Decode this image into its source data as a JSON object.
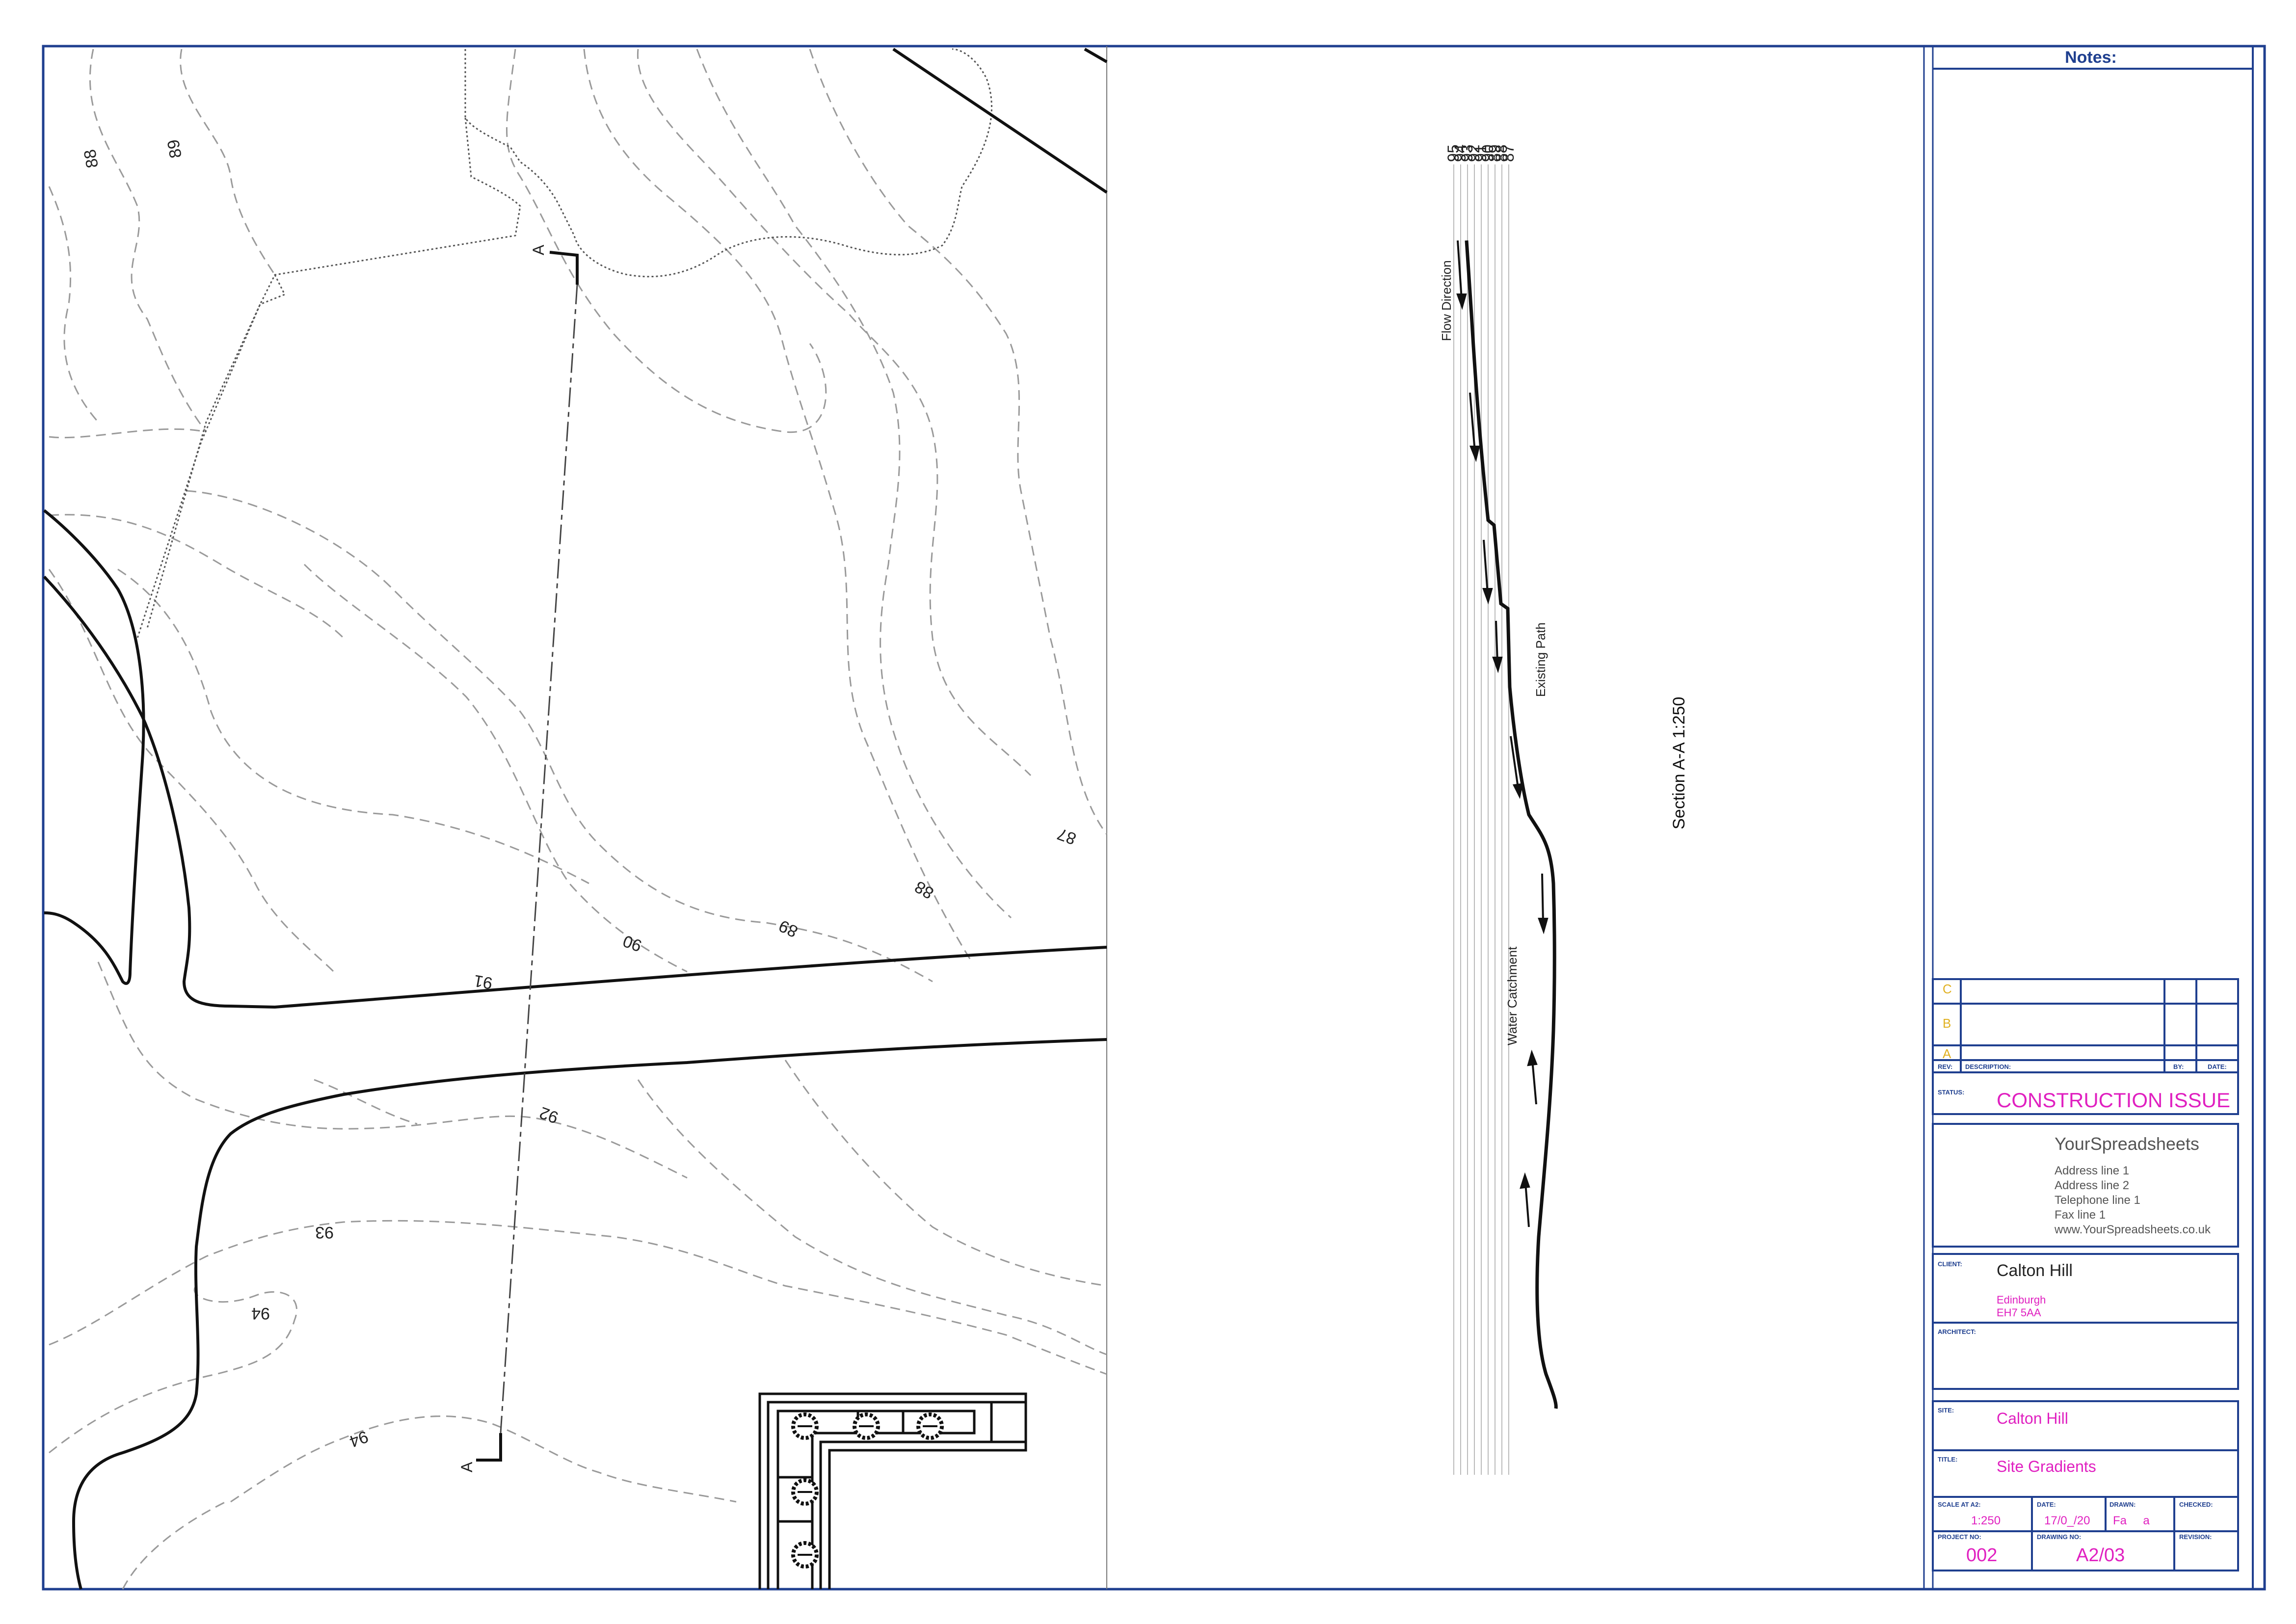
{
  "plan": {
    "contour_labels": [
      "88",
      "89",
      "87",
      "88",
      "89",
      "90",
      "91",
      "92",
      "93",
      "94",
      "94"
    ],
    "section_marker": "A"
  },
  "section": {
    "elevation_labels": [
      "95",
      "94",
      "93",
      "92",
      "91",
      "90",
      "89",
      "88",
      "87"
    ],
    "flow_direction_label": "Flow Direction",
    "existing_path_label": "Existing Path",
    "water_catchment_label": "Water Catchment",
    "title": "Section A-A 1:250"
  },
  "title_block": {
    "notes_title": "Notes:",
    "revisions": {
      "rows": [
        "C",
        "B",
        "A"
      ],
      "rev_header": "REV:",
      "description_header": "DESCRIPTION:",
      "by_header": "BY:",
      "date_header": "DATE:"
    },
    "status_label": "STATUS:",
    "status_value": "CONSTRUCTION ISSUE",
    "company": {
      "name": "YourSpreadsheets",
      "address_1": "Address line 1",
      "address_2": "Address line 2",
      "telephone": "Telephone line 1",
      "fax": "Fax line 1",
      "website": "www.YourSpreadsheets.co.uk"
    },
    "client_label": "CLIENT:",
    "client_name": "Calton Hill",
    "client_city": "Edinburgh",
    "client_postcode": "EH7 5AA",
    "architect_label": "ARCHITECT:",
    "site_label": "SITE:",
    "site_value": "Calton Hill",
    "title_label": "TITLE:",
    "title_value": "Site Gradients",
    "scale_label": "SCALE AT A2:",
    "scale_value": "1:250",
    "date_label": "DATE:",
    "date_value": "17/0_/20",
    "drawn_label": "DRAWN:",
    "drawn_value": "Fa     a",
    "checked_label": "CHECKED:",
    "project_no_label": "PROJECT NO:",
    "project_no_value": "002",
    "drawing_no_label": "DRAWING NO:",
    "drawing_no_value": "A2/03",
    "revision_label": "REVISION:"
  },
  "colors": {
    "border": "#1f3f8f",
    "accent": "#e020c0",
    "contour": "#999999",
    "revision_letters": "#e0b020"
  }
}
